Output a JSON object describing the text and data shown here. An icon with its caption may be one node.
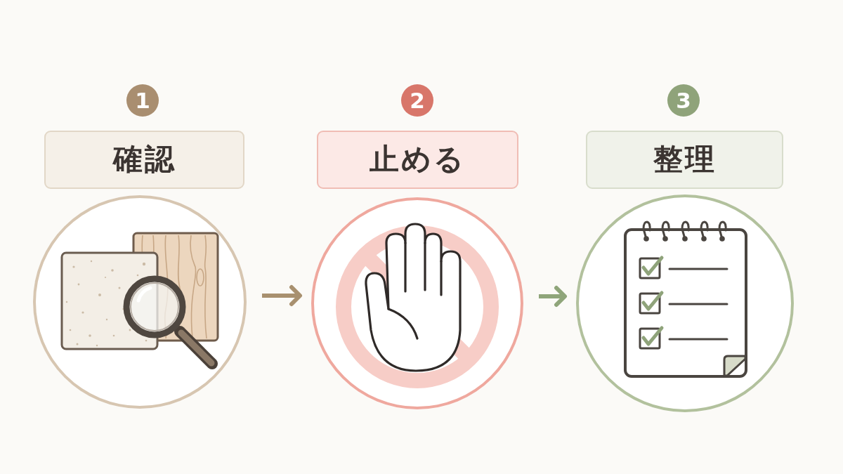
{
  "diagram": {
    "nodes": [
      {
        "text": [
          "1"
        ]
      },
      {
        "text": [
          "確認"
        ]
      },
      {
        "text": [],
        "shape": "circle"
      },
      {
        "text": [
          "2"
        ]
      },
      {
        "text": [
          "止める"
        ]
      },
      {
        "text": [],
        "shape": "circle"
      },
      {
        "text": [
          "3"
        ]
      },
      {
        "text": [
          "整理"
        ]
      },
      {
        "text": [],
        "shape": "circle"
      }
    ],
    "edges": [
      {
        "from": 2,
        "to": 5,
        "arrow": "to",
        "color": "#a8906f"
      },
      {
        "from": 5,
        "to": 8,
        "arrow": "to",
        "color": "#8fa57a"
      }
    ]
  }
}
